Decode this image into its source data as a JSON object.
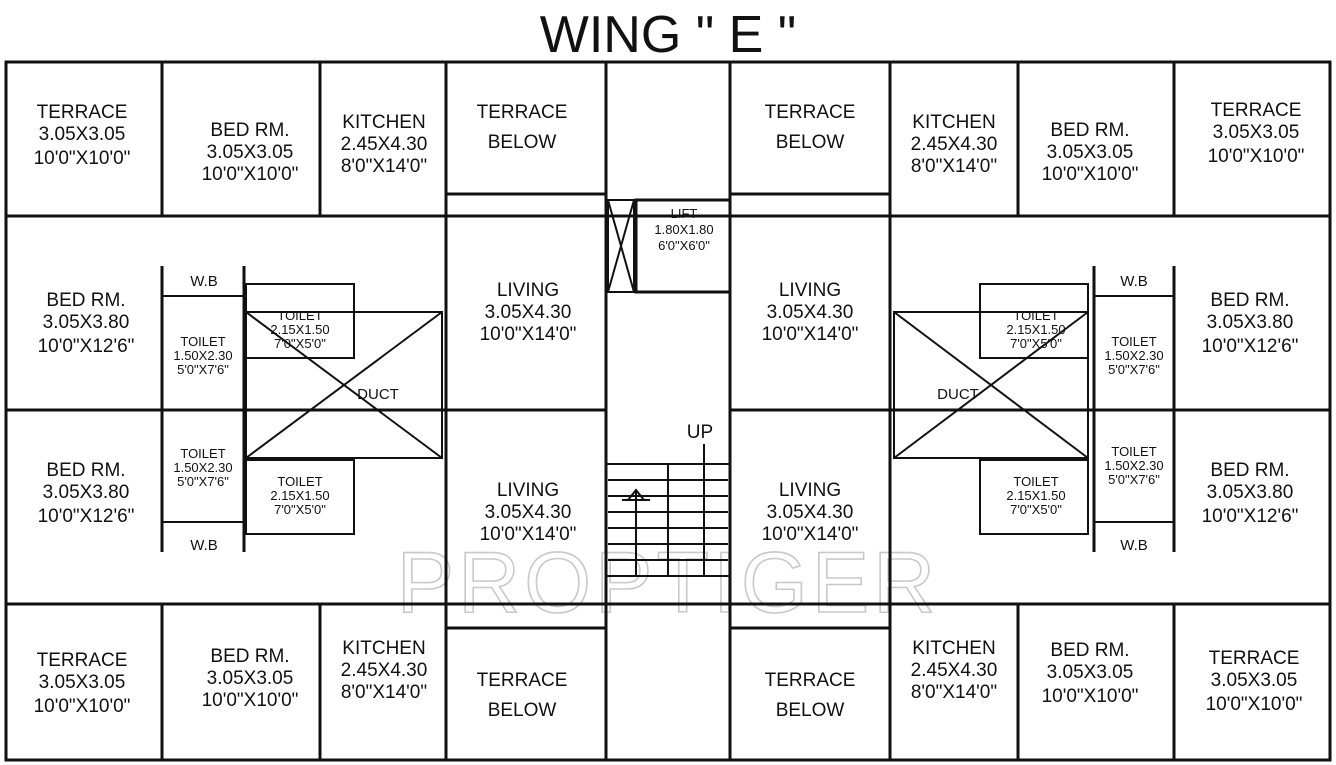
{
  "title": "WING \" E \"",
  "watermark": "PROPTIGER",
  "dims": {
    "terrace": "3.05X3.05",
    "terrace_ft": "10'0\"X10'0\"",
    "bed_small": "3.05X3.05",
    "bed_small_ft": "10'0\"X10'0\"",
    "kitchen": "2.45X4.30",
    "kitchen_ft": "8'0\"X14'0\"",
    "bed_large": "3.05X3.80",
    "bed_large_ft": "10'0\"X12'6\"",
    "toilet_a": "1.50X2.30",
    "toilet_a_ft": "5'0\"X7'6\"",
    "toilet_b": "2.15X1.50",
    "toilet_b_ft": "7'0\"X5'0\"",
    "living": "3.05X4.30",
    "living_ft": "10'0\"X14'0\"",
    "lift": "1.80X1.80",
    "lift_ft": "6'0\"X6'0\""
  },
  "labels": {
    "terrace": "TERRACE",
    "terrace_below_1": "TERRACE",
    "terrace_below_2": "BELOW",
    "bed_rm": "BED RM.",
    "kitchen": "KITCHEN",
    "living": "LIVING",
    "toilet": "TOILET",
    "wb": "W.B",
    "duct": "DUCT",
    "lift": "LIFT",
    "up": "UP"
  }
}
